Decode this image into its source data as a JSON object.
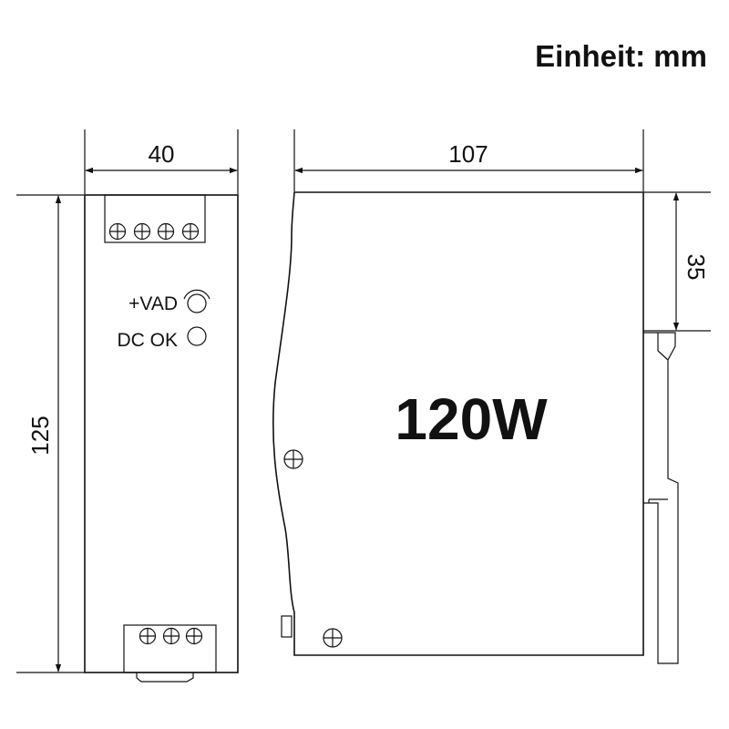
{
  "unit_label": "Einheit: mm",
  "dimensions": {
    "front_width": "40",
    "side_depth": "107",
    "height": "125",
    "rail_offset": "35"
  },
  "indicators": {
    "voltage_adjust": "+VAD",
    "dc_ok": "DC OK"
  },
  "power_rating": "120W",
  "terminals": {
    "top_count": 4,
    "bottom_count": 3
  }
}
